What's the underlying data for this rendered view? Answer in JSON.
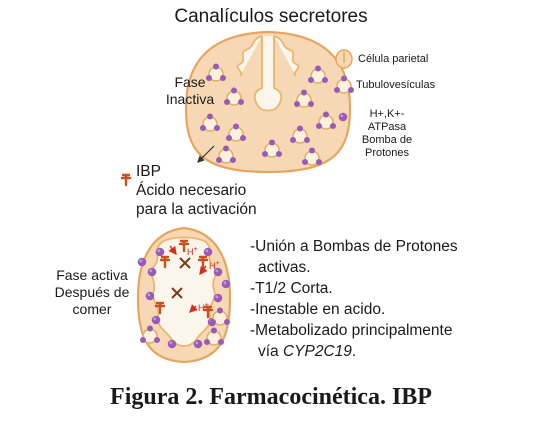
{
  "top_label": "Canalículos secretores",
  "phase_inactive": [
    "Fase",
    "Inactiva"
  ],
  "legend": {
    "parietal_cell": "Célula parietal",
    "tubulovesicles": "Tubulovesículas",
    "pump": [
      "H+,K+-ATPasa",
      "Bomba de",
      "Protones"
    ]
  },
  "ibp_text": [
    "IBP",
    "Ácido necesario",
    "para la activación"
  ],
  "phase_active": [
    "Fase activa",
    "Después de",
    "comer"
  ],
  "notes": [
    "-Unión a Bombas de Protones",
    "activas.",
    "-T1/2 Corta.",
    "-Inestable en acido.",
    "-Metabolizado principalmente",
    "vía "
  ],
  "notes_italic": "CYP2C19",
  "notes_end": ".",
  "h_label": "H",
  "h_sup": "+",
  "caption": "Figura 2. Farmacocinética. IBP",
  "colors": {
    "cell_fill": "#f6d9b4",
    "cell_stroke": "#e6a460",
    "pump": "#9a5bb8",
    "tubule": "#f3e3c8",
    "arrow_red": "#d62d20",
    "drug": "#c8501e"
  }
}
